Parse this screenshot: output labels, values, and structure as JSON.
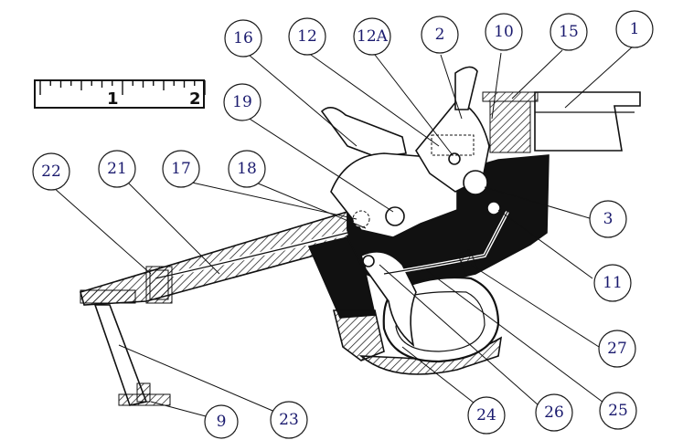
{
  "ruler": {
    "marks": [
      "1",
      "2"
    ]
  },
  "callouts": [
    {
      "label": "16"
    },
    {
      "label": "12"
    },
    {
      "label": "12A"
    },
    {
      "label": "2"
    },
    {
      "label": "10"
    },
    {
      "label": "15"
    },
    {
      "label": "1"
    },
    {
      "label": "19"
    },
    {
      "label": "22"
    },
    {
      "label": "21"
    },
    {
      "label": "17"
    },
    {
      "label": "18"
    },
    {
      "label": "3"
    },
    {
      "label": "11"
    },
    {
      "label": "27"
    },
    {
      "label": "9"
    },
    {
      "label": "23"
    },
    {
      "label": "24"
    },
    {
      "label": "26"
    },
    {
      "label": "25"
    }
  ],
  "colors": {
    "ink": "#111111",
    "callout_text": "#1a1a6e"
  }
}
